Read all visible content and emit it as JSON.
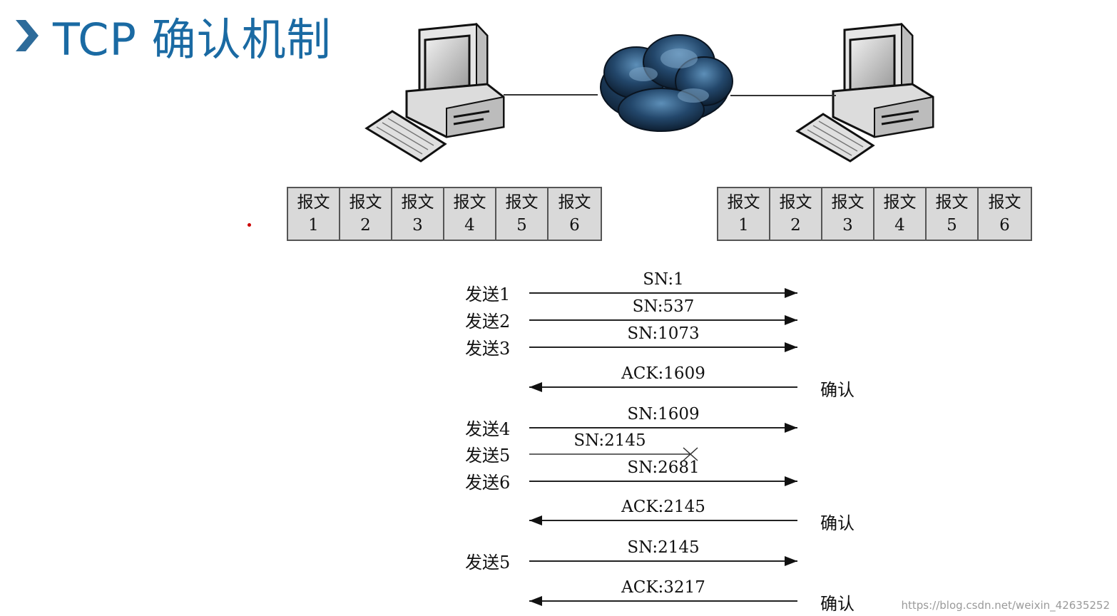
{
  "title": "TCP 确认机制",
  "segments_left": [
    {
      "label": "报文",
      "num": "1"
    },
    {
      "label": "报文",
      "num": "2"
    },
    {
      "label": "报文",
      "num": "3"
    },
    {
      "label": "报文",
      "num": "4"
    },
    {
      "label": "报文",
      "num": "5"
    },
    {
      "label": "报文",
      "num": "6"
    }
  ],
  "segments_right": [
    {
      "label": "报文",
      "num": "1"
    },
    {
      "label": "报文",
      "num": "2"
    },
    {
      "label": "报文",
      "num": "3"
    },
    {
      "label": "报文",
      "num": "4"
    },
    {
      "label": "报文",
      "num": "5"
    },
    {
      "label": "报文",
      "num": "6"
    }
  ],
  "flows": [
    {
      "dir": "send",
      "action": "发送1",
      "seq": "SN:1",
      "lost": false
    },
    {
      "dir": "send",
      "action": "发送2",
      "seq": "SN:537",
      "lost": false
    },
    {
      "dir": "send",
      "action": "发送3",
      "seq": "SN:1073",
      "lost": false
    },
    {
      "dir": "ack",
      "action": "确认",
      "seq": "ACK:1609",
      "lost": false
    },
    {
      "dir": "send",
      "action": "发送4",
      "seq": "SN:1609",
      "lost": false
    },
    {
      "dir": "send",
      "action": "发送5",
      "seq": "SN:2145",
      "lost": true
    },
    {
      "dir": "send",
      "action": "发送6",
      "seq": "SN:2681",
      "lost": false
    },
    {
      "dir": "ack",
      "action": "确认",
      "seq": "ACK:2145",
      "lost": false
    },
    {
      "dir": "send",
      "action": "发送5",
      "seq": "SN:2145",
      "lost": false
    },
    {
      "dir": "ack",
      "action": "确认",
      "seq": "ACK:3217",
      "lost": false
    }
  ],
  "watermark": "https://blog.csdn.net/weixin_42635252",
  "colors": {
    "title": "#1a6aa3",
    "cloud": "#1b3a5c",
    "segment_bg": "#d9d9d9"
  }
}
